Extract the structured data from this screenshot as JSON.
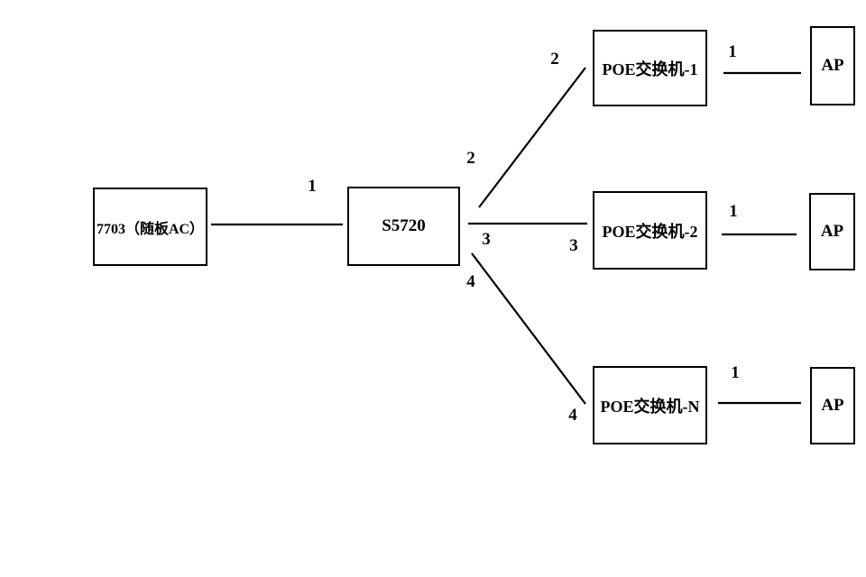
{
  "nodes": {
    "ac": {
      "label": "7703（随板AC）"
    },
    "core": {
      "label": "S5720"
    },
    "poe1": {
      "label": "POE交换机-1"
    },
    "poe2": {
      "label": "POE交换机-2"
    },
    "poen": {
      "label": "POE交换机-N"
    },
    "ap1": {
      "label": "AP"
    },
    "ap2": {
      "label": "AP"
    },
    "ap3": {
      "label": "AP"
    }
  },
  "port_labels": {
    "ac_core_link": "1",
    "core_poe1_core_end": "2",
    "core_poe1_poe_end": "2",
    "core_poe2_core_end": "3",
    "core_poe2_poe_end": "3",
    "core_poen_core_end": "4",
    "core_poen_poe_end": "4",
    "poe1_ap_link": "1",
    "poe2_ap_link": "1",
    "poen_ap_link": "1"
  },
  "colors": {
    "background": "#ffffff",
    "line": "#000000",
    "text": "#000000"
  }
}
